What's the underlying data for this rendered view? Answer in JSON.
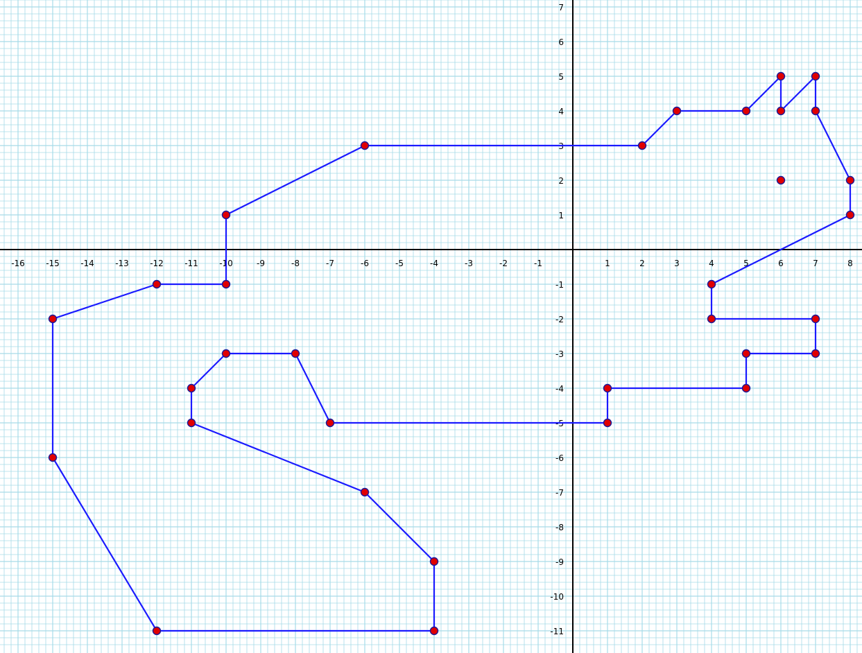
{
  "chart_data": {
    "type": "line",
    "title": "",
    "xlabel": "",
    "ylabel": "",
    "xlim": [
      -16.5,
      8.35
    ],
    "ylim": [
      -11.6,
      7.2
    ],
    "grid": true,
    "minor_grid_step": 0.2,
    "x_ticks": [
      "-16",
      "-15",
      "-14",
      "-13",
      "-12",
      "-11",
      "-10",
      "-9",
      "-8",
      "-7",
      "-6",
      "-5",
      "-4",
      "-3",
      "-2",
      "-1",
      "1",
      "2",
      "3",
      "4",
      "5",
      "6",
      "7",
      "8"
    ],
    "y_ticks": [
      "7",
      "6",
      "5",
      "4",
      "3",
      "2",
      "1",
      "-1",
      "-2",
      "-3",
      "-4",
      "-5",
      "-6",
      "-7",
      "-8",
      "-9",
      "-10",
      "-11"
    ],
    "colors": {
      "line": "#1a1aff",
      "marker_fill": "#e00000",
      "marker_stroke": "#1a1a9a",
      "grid": "#a6dbe8",
      "axis": "#000000"
    },
    "series": [
      {
        "points": [
          [
            -12,
            -11
          ],
          [
            -15,
            -6
          ],
          [
            -15,
            -2
          ],
          [
            -12,
            -1
          ],
          [
            -10,
            -1
          ],
          [
            -10,
            1
          ],
          [
            -6,
            3
          ],
          [
            2,
            3
          ],
          [
            3,
            4
          ],
          [
            5,
            4
          ],
          [
            6,
            5
          ],
          [
            6,
            4
          ],
          [
            7,
            5
          ],
          [
            7,
            4
          ],
          [
            8,
            2
          ],
          [
            8,
            1
          ],
          [
            4,
            -1
          ],
          [
            4,
            -2
          ],
          [
            7,
            -2
          ],
          [
            7,
            -3
          ],
          [
            5,
            -3
          ],
          [
            5,
            -4
          ],
          [
            1,
            -4
          ],
          [
            1,
            -5
          ],
          [
            -7,
            -5
          ],
          [
            -8,
            -3
          ],
          [
            -10,
            -3
          ],
          [
            -11,
            -4
          ],
          [
            -11,
            -5
          ],
          [
            -6,
            -7
          ],
          [
            -4,
            -9
          ],
          [
            -4,
            -11
          ],
          [
            -12,
            -11
          ]
        ]
      }
    ],
    "isolated_points": [
      [
        6,
        2
      ]
    ]
  }
}
